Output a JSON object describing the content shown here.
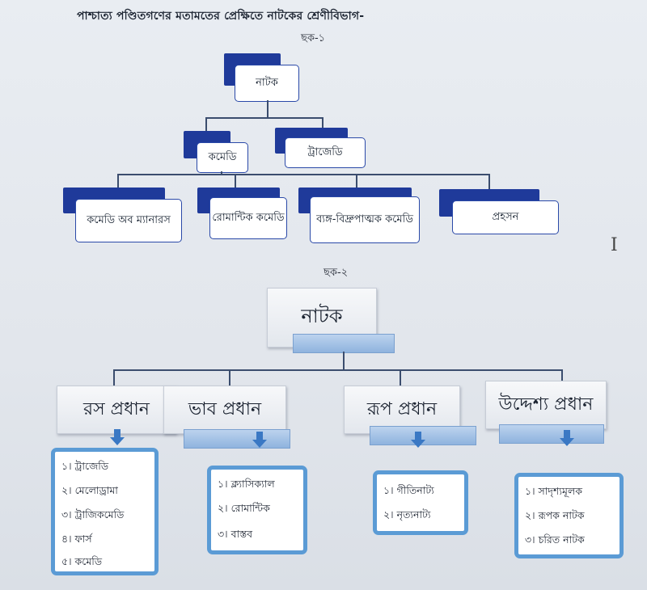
{
  "title": "পাশ্চাত্য পণ্ডিতগণের মতামতের প্রেক্ষিতে নাটকের শ্রেণীবিভাগ-",
  "chart1": {
    "caption": "ছক-১",
    "root": "নাটক",
    "level1": [
      "কমেডি",
      "ট্রাজেডি"
    ],
    "level2": [
      "কমেডি অব ম্যানারস",
      "রোমান্টিক কমেডি",
      "ব্যঙ্গ-বিদ্রুপাত্মক কমেডি",
      "প্রহসন"
    ]
  },
  "chart2": {
    "caption": "ছক-২",
    "root": "নাটক",
    "branches": [
      {
        "label": "রস প্রধান",
        "items": [
          "১। ট্রাজেডি",
          "২। মেলোড্রামা",
          "৩। ট্রাজিকমেডি",
          "৪। ফার্স",
          "৫। কমেডি"
        ]
      },
      {
        "label": "ভাব প্রধান",
        "items": [
          "১। ক্ল্যাসিক্যাল",
          "২। রোমান্টিক",
          "৩। বাস্তব"
        ]
      },
      {
        "label": "রূপ প্রধান",
        "items": [
          "১। গীতিনাট্য",
          "২। নৃত্যনাট্য"
        ]
      },
      {
        "label": "উদ্দেশ্য প্রধান",
        "items": [
          "১। সাদৃশ্যমূলক",
          "২। রূপক নাটক",
          "৩। চরিত নাটক"
        ]
      }
    ]
  },
  "colors": {
    "accent": "#2a49a8",
    "shadow": "#1f3a9a",
    "list_border": "#5b9bd5",
    "connector": "#3b4d6e"
  },
  "icons": {
    "cursor": "text-cursor-icon",
    "arrow": "down-arrow-icon"
  }
}
